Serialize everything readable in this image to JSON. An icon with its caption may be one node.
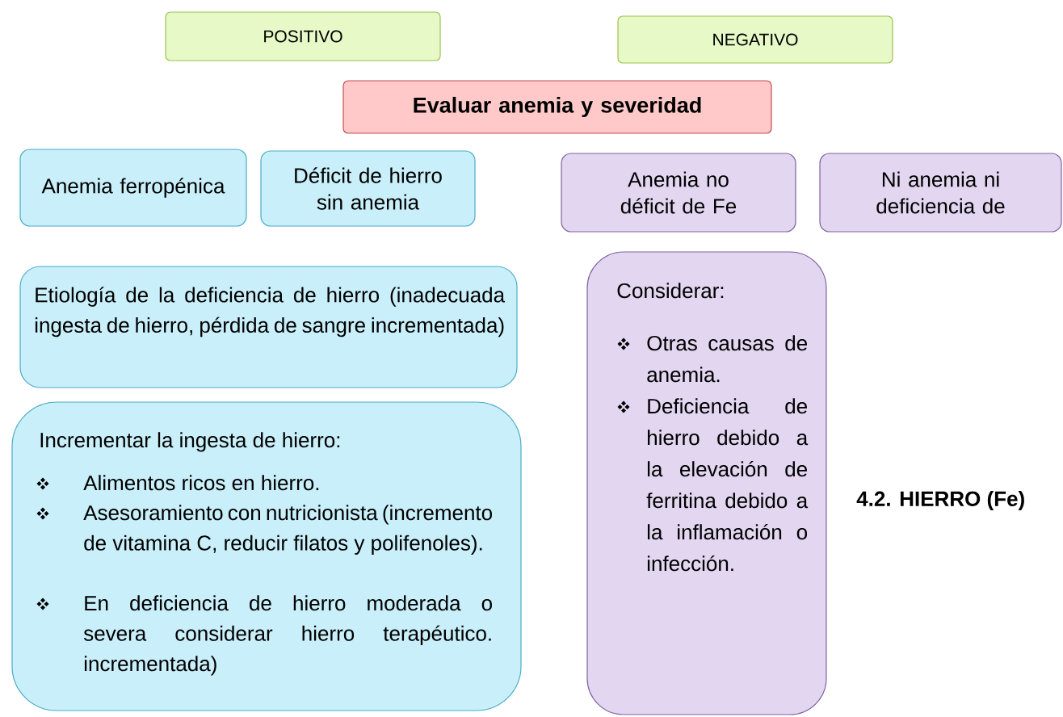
{
  "diagram": {
    "nodes": [
      {
        "text": [
          "POSITIVO"
        ]
      },
      {
        "text": [
          "NEGATIVO"
        ]
      },
      {
        "text": [
          "Evaluar anemia y severidad"
        ]
      },
      {
        "text": [
          "Anemia ferropénica"
        ]
      },
      {
        "text": [
          "Déficit de hierro sin anemia"
        ]
      },
      {
        "text": [
          "Anemia no déficit de Fe"
        ]
      },
      {
        "text": [
          "Ni anemia ni deficiencia de"
        ]
      },
      {
        "text": [
          "Etiología de la deficiencia de hierro (inadecuada ingesta de hierro, pérdida de sangre incrementada)"
        ]
      },
      {
        "text": [
          "Incrementar la ingesta de hierro:",
          "Alimentos ricos en hierro.",
          "Asesoramiento con nutricionista (incremento de vitamina C, reducir filatos y polifenoles).",
          "En deficiencia de hierro moderada o severa considerar hierro terapéutico. incrementada)"
        ]
      },
      {
        "text": [
          "Considerar:",
          "Otras causas de anemia.",
          "Deficiencia de hierro debido a la elevación de ferritina debido a la inflamación o infección."
        ]
      }
    ],
    "labels": [
      "4.2. HIERRO (Fe)"
    ]
  }
}
